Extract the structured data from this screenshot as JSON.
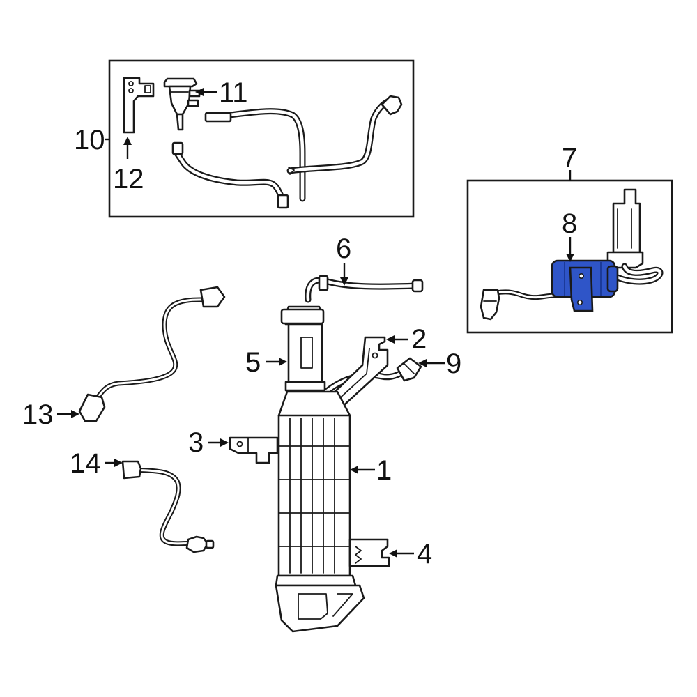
{
  "colors": {
    "highlight": "#2f55c8",
    "highlight_dark": "#1b3a9a",
    "line": "#1a1a1a",
    "background": "#ffffff"
  },
  "callouts": {
    "c1": "1",
    "c2": "2",
    "c3": "3",
    "c4": "4",
    "c5": "5",
    "c6": "6",
    "c7": "7",
    "c8": "8",
    "c9": "9",
    "c10": "10",
    "c11": "11",
    "c12": "12",
    "c13": "13",
    "c14": "14"
  },
  "highlighted_callout": "8"
}
